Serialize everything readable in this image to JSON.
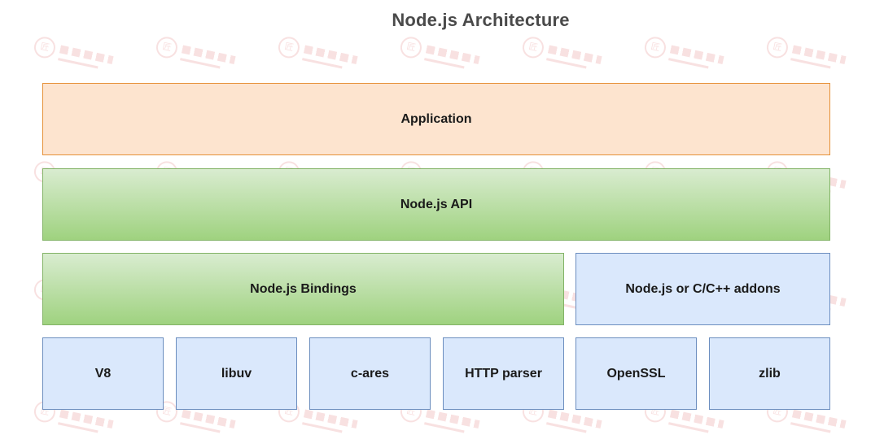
{
  "diagram": {
    "title": "Node.js Architecture",
    "layers": {
      "application": "Application",
      "api": "Node.js API",
      "bindings": "Node.js Bindings",
      "addons": "Node.js or C/C++ addons"
    },
    "dependencies": [
      "V8",
      "libuv",
      "c-ares",
      "HTTP parser",
      "OpenSSL",
      "zlib"
    ]
  },
  "colors": {
    "application_fill": "#fde4cf",
    "application_border": "#e69138",
    "green_fill": "#9fd27f",
    "green_border": "#82b366",
    "blue_fill": "#dae8fc",
    "blue_border": "#6c8ebf"
  },
  "watermark": {
    "logo": "匠"
  }
}
